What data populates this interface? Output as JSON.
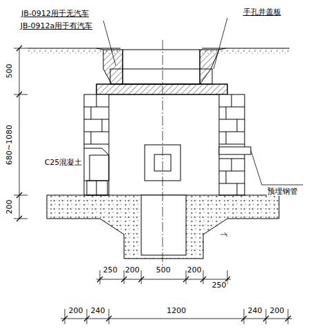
{
  "diagram": {
    "labels": [
      "JB-0912用于无汽车",
      "JB-0912a用于有汽车",
      "手孔井盖板",
      "500",
      "680~1080",
      "200",
      "C25混凝土",
      "预埋钢管",
      "250",
      "200",
      "500",
      "200",
      "250",
      "200",
      "240",
      "1200",
      "240",
      "200"
    ]
  }
}
